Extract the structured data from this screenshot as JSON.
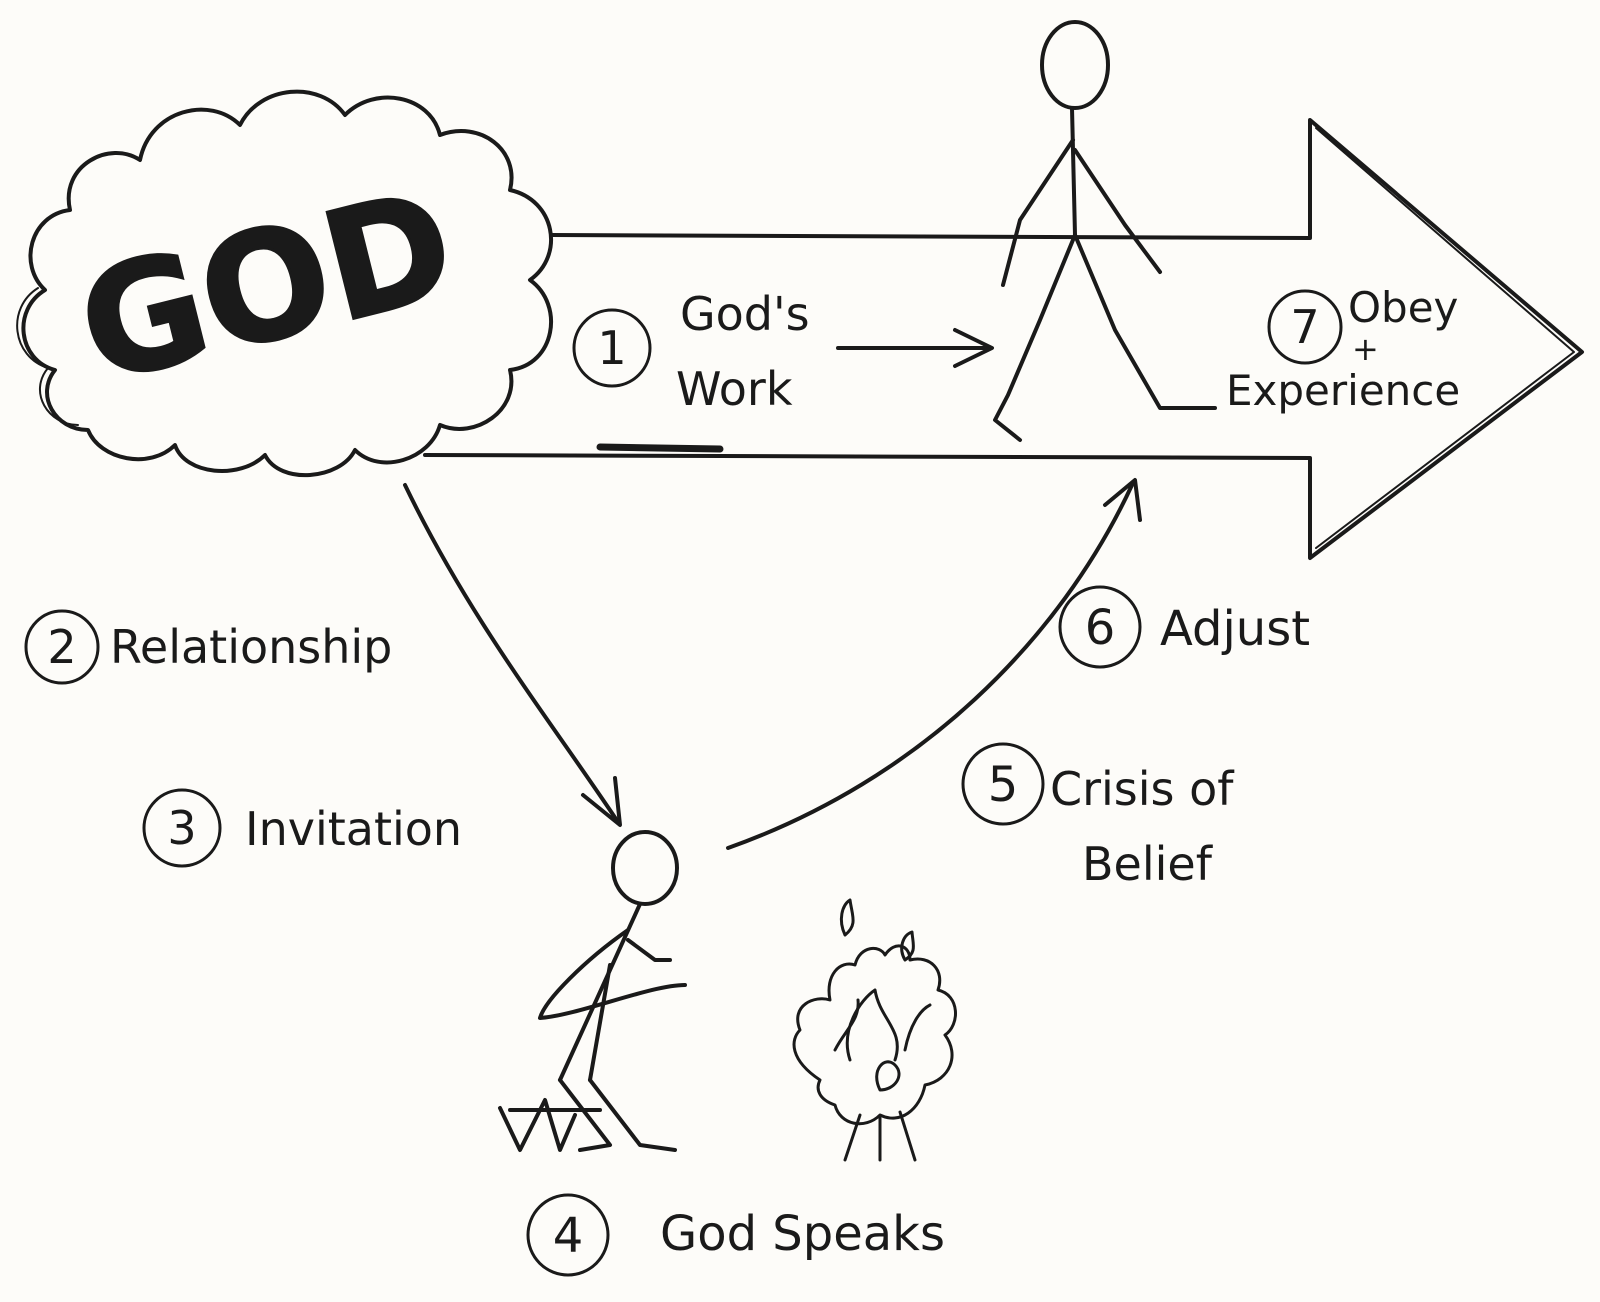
{
  "cloud": {
    "label": "GOD"
  },
  "steps": [
    {
      "number": "1",
      "line1": "God's",
      "line2": "Work"
    },
    {
      "number": "2",
      "label": "Relationship"
    },
    {
      "number": "3",
      "label": "Invitation"
    },
    {
      "number": "4",
      "label": "God Speaks"
    },
    {
      "number": "5",
      "line1": "Crisis of",
      "line2": "Belief"
    },
    {
      "number": "6",
      "label": "Adjust"
    },
    {
      "number": "7",
      "line1": "Obey",
      "plus": "+",
      "line2": "Experience"
    }
  ],
  "colors": {
    "ink": "#1a1a1a",
    "paper": "#fdfcf9"
  },
  "icons": [
    "cloud-icon",
    "walking-stick-figure-icon",
    "kneeling-praying-figure-icon",
    "burning-bush-icon"
  ]
}
